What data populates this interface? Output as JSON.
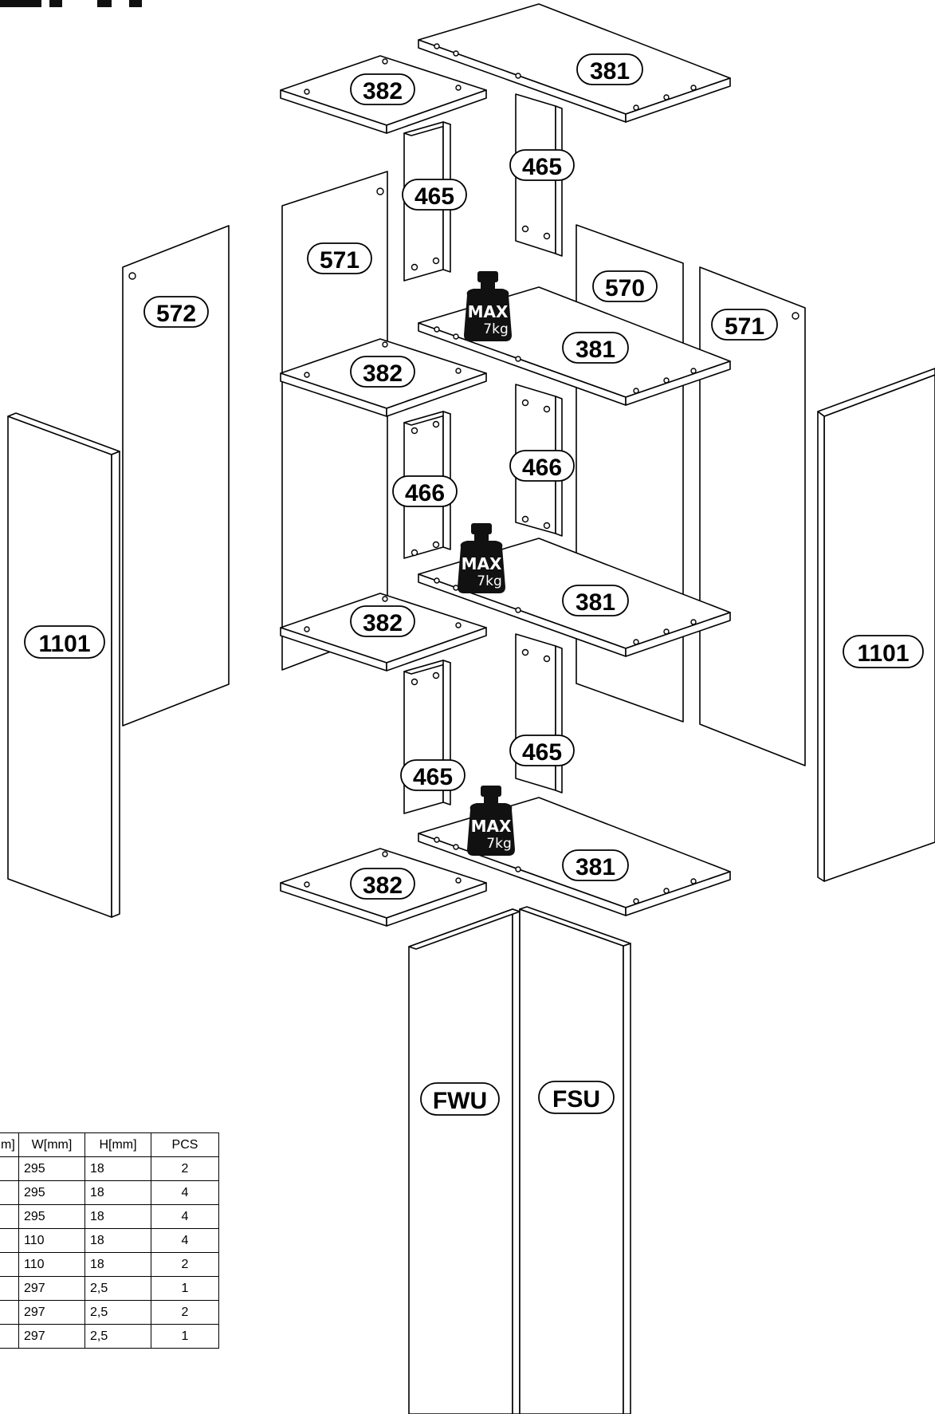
{
  "labels": {
    "top_shelf": "381",
    "top_small": "382",
    "top_div_right": "465",
    "top_div_left": "465",
    "side_571_left": "571",
    "back_572": "572",
    "back_570": "570",
    "side_571_right": "571",
    "mid_shelf": "381",
    "mid_small": "382",
    "mid_div_left": "466",
    "mid_div_right": "466",
    "lower_shelf": "381",
    "lower_small": "382",
    "low_div_right": "465",
    "low_div_left": "465",
    "bottom_shelf": "381",
    "bottom_small": "382",
    "side_left_tall": "1101",
    "side_right_tall": "1101",
    "door_left": "FWU",
    "door_right": "FSU"
  },
  "weights": [
    {
      "line1": "MAX",
      "line2": "7kg"
    },
    {
      "line1": "MAX",
      "line2": "7kg"
    },
    {
      "line1": "MAX",
      "line2": "7kg"
    }
  ],
  "table": {
    "header": [
      "m]",
      "W[mm]",
      "H[mm]",
      "PCS"
    ],
    "rows": [
      [
        "",
        "295",
        "18",
        "2"
      ],
      [
        "",
        "295",
        "18",
        "4"
      ],
      [
        "",
        "295",
        "18",
        "4"
      ],
      [
        "",
        "110",
        "18",
        "4"
      ],
      [
        "",
        "110",
        "18",
        "2"
      ],
      [
        "",
        "297",
        "2,5",
        "1"
      ],
      [
        "",
        "297",
        "2,5",
        "2"
      ],
      [
        "",
        "297",
        "2,5",
        "1"
      ]
    ]
  }
}
